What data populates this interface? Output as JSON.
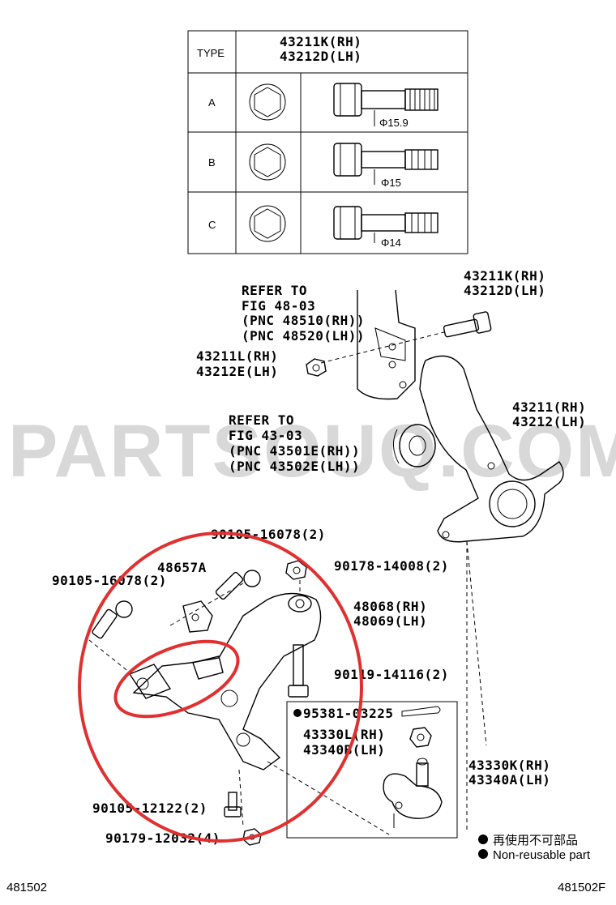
{
  "watermark": "PARTSOUQ.COM",
  "table": {
    "type_header": "TYPE",
    "part_header_rh": "43211K(RH)",
    "part_header_lh": "43212D(LH)",
    "rows": [
      {
        "type": "A",
        "dia": "Φ15.9"
      },
      {
        "type": "B",
        "dia": "Φ15"
      },
      {
        "type": "C",
        "dia": "Φ14"
      }
    ]
  },
  "labels": {
    "refer48_1": "REFER TO",
    "refer48_2": "FIG 48-03",
    "refer48_3": "(PNC 48510(RH))",
    "refer48_4": "(PNC 48520(LH))",
    "bolt_rh": "43211K(RH)",
    "bolt_lh": "43212D(LH)",
    "nut_rh": "43211L(RH)",
    "nut_lh": "43212E(LH)",
    "knuckle_rh": "43211(RH)",
    "knuckle_lh": "43212(LH)",
    "refer43_1": "REFER TO",
    "refer43_2": "FIG 43-03",
    "refer43_3": "(PNC 43501E(RH))",
    "refer43_4": "(PNC 43502E(LH))",
    "bolt_16078_top": "90105-16078(2)",
    "bolt_16078_left": "90105-16078(2)",
    "bracket": "48657A",
    "nut_14008": "90178-14008(2)",
    "arm_rh": "48068(RH)",
    "arm_lh": "48069(LH)",
    "bolt_14116": "90119-14116(2)",
    "pin_95381": "95381-03225",
    "nut_43330l": "43330L(RH)",
    "nut_43340b": "43340B(LH)",
    "ball_rh": "43330K(RH)",
    "ball_lh": "43340A(LH)",
    "bolt_12122": "90105-12122(2)",
    "nut_12032": "90179-12032(4)",
    "legend_jp": "再使用不可部品",
    "legend_en": "Non-reusable part",
    "code_left": "481502",
    "code_right": "481502F"
  }
}
